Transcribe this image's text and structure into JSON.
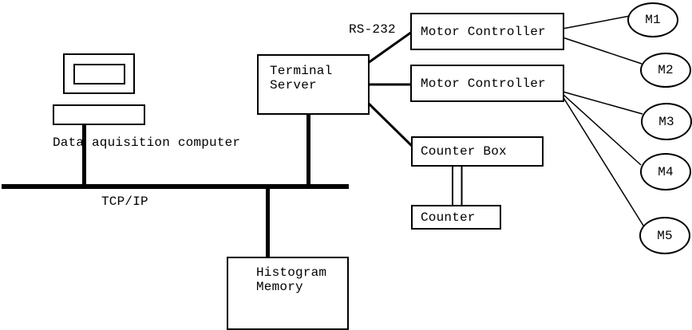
{
  "diagram": {
    "title_hint": "data acquisition system diagram",
    "colors": {
      "background": "#ffffff",
      "line": "#000000",
      "text": "#000000"
    },
    "labels": {
      "computer": "Data aquisition computer",
      "bus": "TCP/IP",
      "serial_link": "RS-232"
    },
    "nodes": {
      "terminal_server": "Terminal\nServer",
      "motor_controller_1": "Motor Controller",
      "motor_controller_2": "Motor Controller",
      "counter_box": "Counter Box",
      "counter": "Counter",
      "histogram_memory": "Histogram\nMemory"
    },
    "motors": [
      {
        "label": "M1"
      },
      {
        "label": "M2"
      },
      {
        "label": "M3"
      },
      {
        "label": "M4"
      },
      {
        "label": "M5"
      }
    ]
  }
}
